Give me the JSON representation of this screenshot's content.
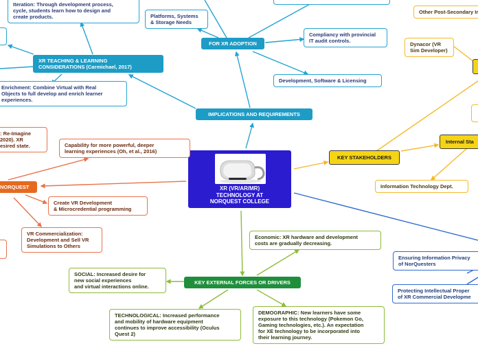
{
  "center": {
    "title": "XR (VR/AR/MR)\nTECHNOLOGY AT\nNORQUEST COLLEGE",
    "image": "vr-headset-image"
  },
  "implications": {
    "main": "IMPLICATIONS AND REQUIREMENTS",
    "adoption": "FOR XR ADOPTION",
    "platforms": "Platforms, Systems\n& Storage Needs",
    "compliancy": "Compliancy with provincial\nIT audit controls.",
    "development": "Development, Software & Licensing",
    "teaching": "XR TEACHING & LEARNING\nCONSIDERATIONS (Carmichael, 2017)",
    "iteration": "Iteration: Through development process,\ncycle, students learn how to design and\ncreate products.",
    "enrichment": "Enrichment: Combine Virtual with Real\nObjects to full develop and enrich learner\nexperiences."
  },
  "norquest": {
    "main": "NORQUEST",
    "reimagine": ": Re-Imagine\n2020). XR\nesired state.",
    "capability": "Capability for more powerful, deeper\nlearning experiences (Oh, et al., 2016)",
    "create_vr": "Create VR Development\n& Microcredential programming",
    "commercial": "VR Commercialization:\nDevelopment and Sell VR\nSimulations to Others"
  },
  "stakeholders": {
    "main": "KEY STAKEHOLDERS",
    "internal": "Internal Sta",
    "it_dept": "Information Technology Dept.",
    "other_post": "Other Post-Secondary Ins",
    "dynacor": "Dynacor (VR\nSim Developer)"
  },
  "privacy": {
    "ensuring": "Ensuring Information Privacy\nof NorQuesters",
    "protecting": "Protecting Intellectual Proper\nof XR Commercial Developme"
  },
  "external": {
    "main": "KEY EXTERNAL FORCES OR DRIVERS",
    "economic": "Economic: XR hardware and development\ncosts are gradually decreasing.",
    "social": "SOCIAL: Increased desire for\nnew social experiences\nand virtual interactions online.",
    "technological": "TECHNOLOGICAL:  Increased performance\nand mobility of hardware equipment\ncontinues to improve accessibility (Oculus\nQuest 2)",
    "demographic": "DEMOGRAPHIC:  New learners have  some\nexposure to this technology (Pokemon Go,\nGaming technologies, etc.). An expectation\nfor XE technology to be incorporated into\ntheir learning journey."
  },
  "colors": {
    "blue": "#23a3d2",
    "orange": "#e8734a",
    "green": "#8dbb3a",
    "yellow": "#f4b92a",
    "navy": "#2e6ad3",
    "center": "#2b1ccf"
  }
}
